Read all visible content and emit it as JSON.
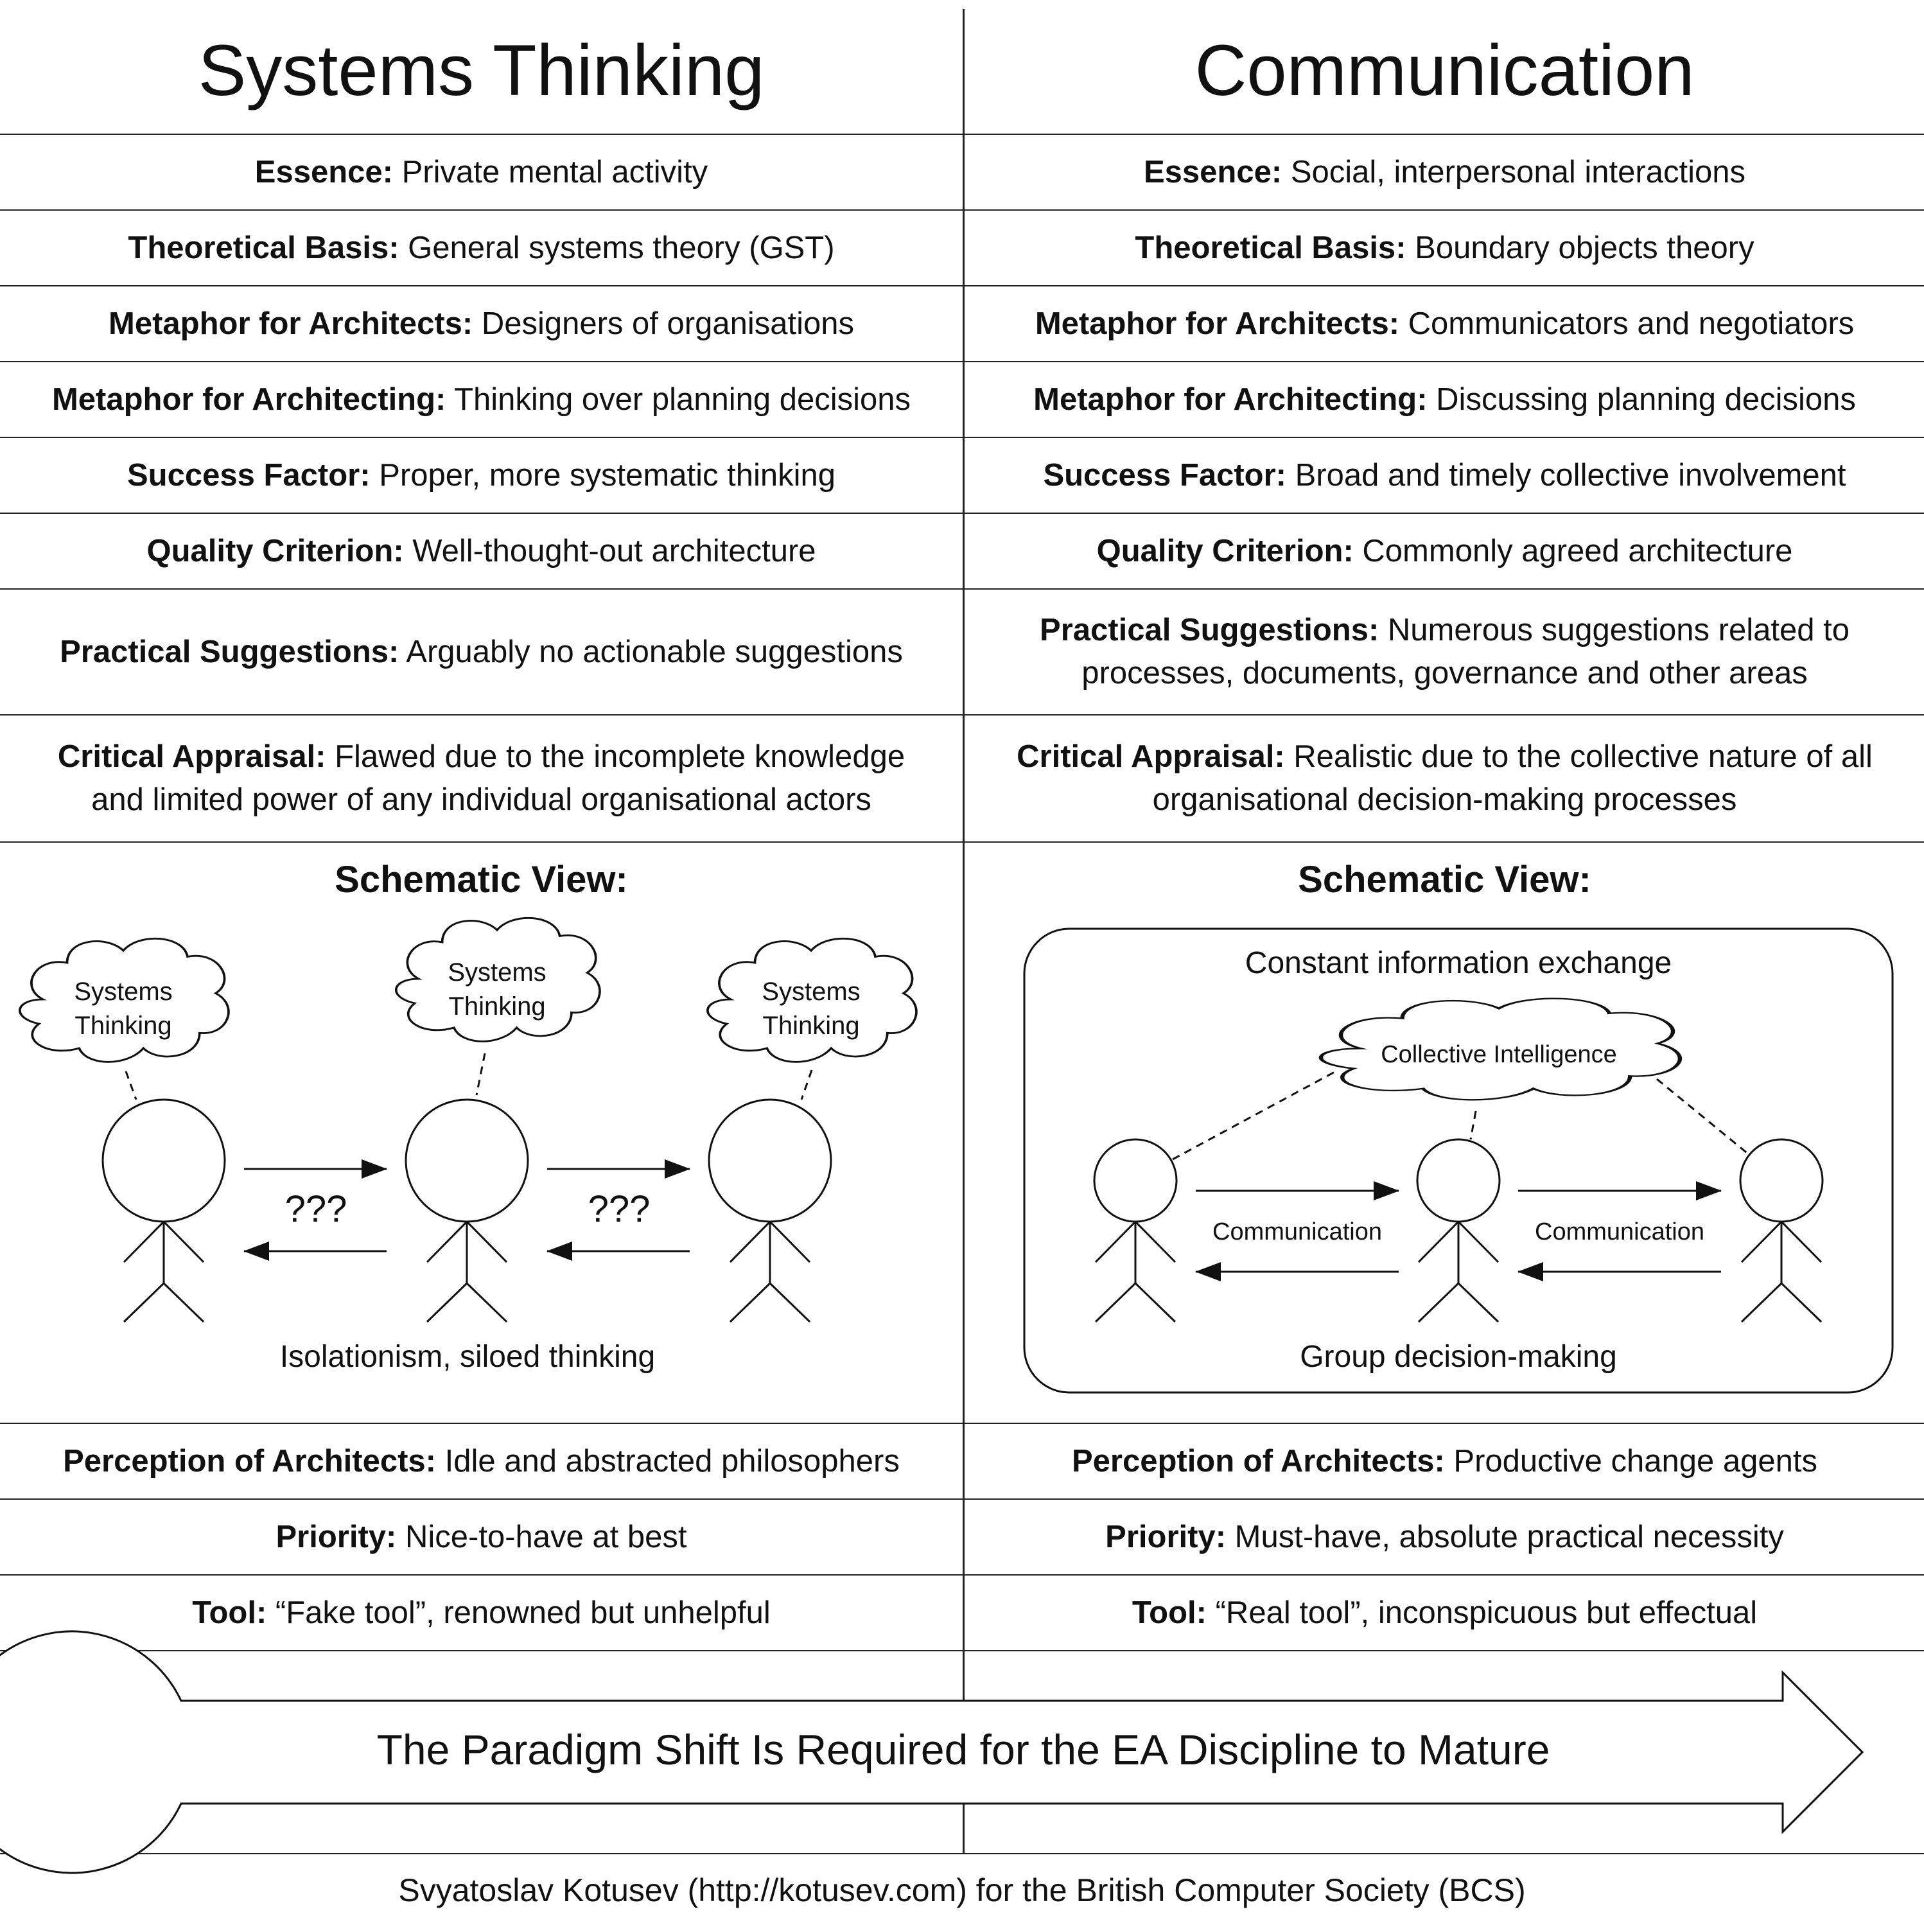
{
  "columns": {
    "left": {
      "title": "Systems Thinking"
    },
    "right": {
      "title": "Communication"
    }
  },
  "rows": [
    {
      "label": "Essence:",
      "left": "Private mental activity",
      "right": "Social, interpersonal interactions"
    },
    {
      "label": "Theoretical Basis:",
      "left": "General systems theory (GST)",
      "right": "Boundary objects theory"
    },
    {
      "label": "Metaphor for Architects:",
      "left": "Designers of organisations",
      "right": "Communicators and negotiators"
    },
    {
      "label": "Metaphor for Architecting:",
      "left": "Thinking over planning decisions",
      "right": "Discussing planning decisions"
    },
    {
      "label": "Success Factor:",
      "left": "Proper, more systematic thinking",
      "right": "Broad and timely collective involvement"
    },
    {
      "label": "Quality Criterion:",
      "left": "Well-thought-out architecture",
      "right": "Commonly agreed architecture"
    },
    {
      "label": "Practical Suggestions:",
      "left": "Arguably no actionable suggestions",
      "right": "Numerous suggestions related to processes, documents, governance and other areas"
    },
    {
      "label": "Critical Appraisal:",
      "left": "Flawed due to the incomplete knowledge and limited power of any individual organisational actors",
      "right": "Realistic due to the collective nature of all organisational decision-making processes"
    }
  ],
  "schematic": {
    "title": "Schematic View:",
    "left": {
      "cloud_text": [
        "Systems",
        "Thinking"
      ],
      "arrow_label": "???",
      "caption": "Isolationism, siloed thinking"
    },
    "right": {
      "box_title": "Constant information exchange",
      "cloud_text": "Collective Intelligence",
      "arrow_label": "Communication",
      "caption": "Group decision-making"
    }
  },
  "rows_bottom": [
    {
      "label": "Perception of Architects:",
      "left": "Idle and abstracted philosophers",
      "right": "Productive change agents"
    },
    {
      "label": "Priority:",
      "left": "Nice-to-have at best",
      "right": "Must-have, absolute practical necessity"
    },
    {
      "label": "Tool:",
      "left": "“Fake tool”, renowned but unhelpful",
      "right": "“Real tool”, inconspicuous but effectual"
    }
  ],
  "banner": "The Paradigm Shift Is Required for the EA Discipline to Mature",
  "footer": "Svyatoslav Kotusev (http://kotusev.com) for the British Computer Society (BCS)"
}
